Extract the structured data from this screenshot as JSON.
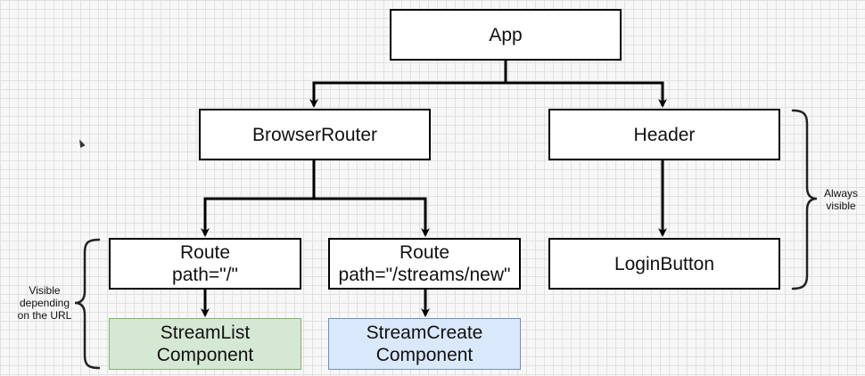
{
  "nodes": {
    "app": "App",
    "browser_router": "BrowserRouter",
    "header": "Header",
    "route1": {
      "line1": "Route",
      "line2": "path=\"/\""
    },
    "route2": {
      "line1": "Route",
      "line2": "path=\"/streams/new\""
    },
    "login_button": "LoginButton",
    "stream_list": {
      "line1": "StreamList",
      "line2": "Component"
    },
    "stream_create": {
      "line1": "StreamCreate",
      "line2": "Component"
    }
  },
  "annotations": {
    "left": {
      "line1": "Visible",
      "line2": "depending",
      "line3": "on the URL"
    },
    "right": {
      "line1": "Always",
      "line2": "visible"
    }
  },
  "colors": {
    "green_fill": "#d5e8d4",
    "green_border": "#82b366",
    "blue_fill": "#dae8fc",
    "blue_border": "#6c8ebf"
  }
}
